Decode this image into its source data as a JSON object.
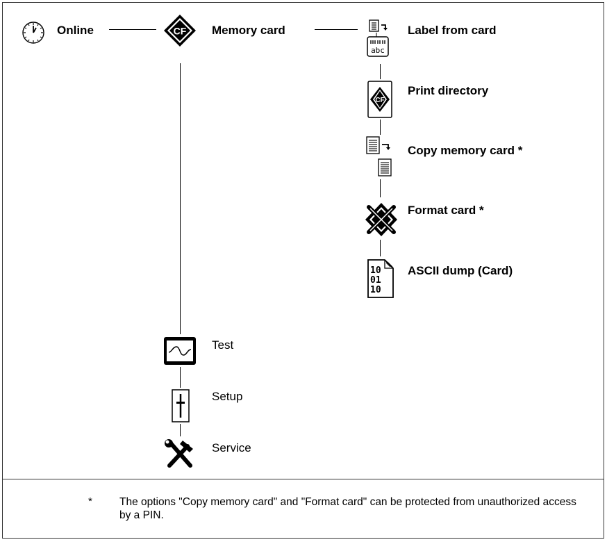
{
  "nodes": {
    "online": "Online",
    "memory_card": "Memory card",
    "label_from_card": "Label from card",
    "print_directory": "Print directory",
    "copy_memory_card": "Copy memory card *",
    "format_card": "Format card *",
    "ascii_dump": "ASCII dump (Card)",
    "test": "Test",
    "setup": "Setup",
    "service": "Service"
  },
  "icons": {
    "online": "clock-icon",
    "memory_card": "cf-card-icon",
    "label_from_card": "label-from-card-icon",
    "print_directory": "print-directory-icon",
    "copy_memory_card": "copy-card-icon",
    "format_card": "format-card-icon",
    "ascii_dump": "ascii-dump-icon",
    "test": "test-waveform-icon",
    "setup": "setup-slider-icon",
    "service": "service-tools-icon"
  },
  "footnote": {
    "marker": "*",
    "text": "The options \"Copy memory card\" and \"Format card\" can be protected from unauthorized access by a PIN."
  }
}
